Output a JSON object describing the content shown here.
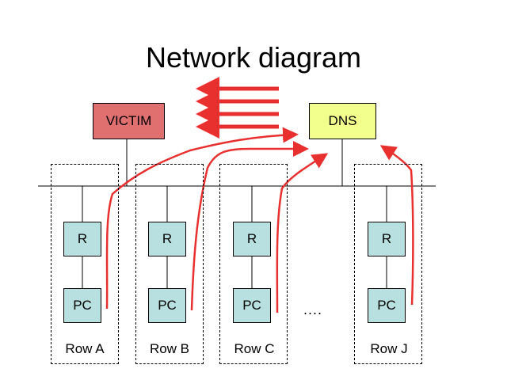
{
  "title": "Network diagram",
  "nodes": {
    "victim": "VICTIM",
    "dns": "DNS"
  },
  "rows": [
    {
      "label": "Row A",
      "router": "R",
      "pc": "PC"
    },
    {
      "label": "Row B",
      "router": "R",
      "pc": "PC"
    },
    {
      "label": "Row C",
      "router": "R",
      "pc": "PC"
    },
    {
      "label": "Row J",
      "router": "R",
      "pc": "PC"
    }
  ],
  "ellipsis": "....",
  "colors": {
    "victim_fill": "#e07070",
    "dns_fill": "#f2ff8c",
    "router_pc_fill": "#b8e0e0",
    "attack_arrow": "#e8312f"
  }
}
